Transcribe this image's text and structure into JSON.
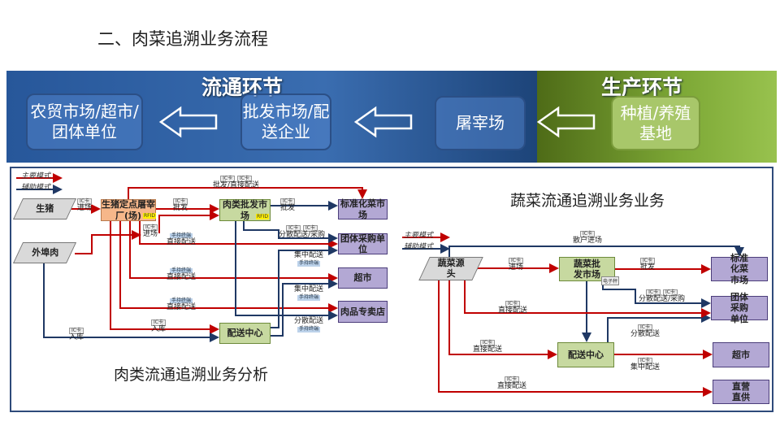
{
  "title": "二、肉菜追溯业务流程",
  "banner": {
    "circulation_title": "流通环节",
    "production_title": "生产环节",
    "stages": [
      "农贸市场/超市/团体单位",
      "批发市场/配送企业",
      "屠宰场",
      "种植/养殖基地"
    ],
    "colors": {
      "circulation": "#2f63a6",
      "production": "#6f9a2c"
    }
  },
  "legend": {
    "main": "主要模式",
    "aux": "辅助模式",
    "main_color": "#c00000",
    "aux_color": "#1f3864"
  },
  "tags": {
    "ic": "IC卡",
    "handset": "手持终端",
    "scale": "电子秤",
    "rfid": "RFID"
  },
  "meat": {
    "caption": "肉类流通追溯业务分析",
    "nodes": {
      "pig": "生猪",
      "import": "外埠肉",
      "slaughter": "生猪定点屠宰厂(场)",
      "wholesale": "肉类批发市场",
      "std_market": "标准化菜市场",
      "group": "团体采购单位",
      "supermarket": "超市",
      "meat_store": "肉品专卖店",
      "distribution": "配送中心"
    },
    "labels": {
      "enter": "进场",
      "wholesale_direct": "批发/直接配送",
      "wholesale": "批发",
      "wholesale2": "批发",
      "enter2": "进场",
      "direct1": "直接配送",
      "disperse_buy": "分散配送/采购",
      "central1": "集中配送",
      "direct2": "直接配送",
      "central2": "集中配送",
      "direct3": "直接配送",
      "disperse": "分散配送",
      "store1": "入库",
      "store2": "入库"
    }
  },
  "veg": {
    "caption": "蔬菜流通追溯业务业务",
    "nodes": {
      "source": "蔬菜源头",
      "wholesale": "蔬菜批发市场",
      "std_market": "标准化菜市场",
      "group": "团体采购单位",
      "distribution": "配送中心",
      "supermarket": "超市",
      "direct_supply": "直营直供"
    },
    "labels": {
      "retail_enter": "散户进场",
      "enter": "进场",
      "wholesale": "批发",
      "disperse_buy": "分散配送/采购",
      "direct1": "直接配送",
      "disperse": "分散配送",
      "direct2": "直接配送",
      "central": "集中配送",
      "direct3": "直接配送"
    }
  }
}
